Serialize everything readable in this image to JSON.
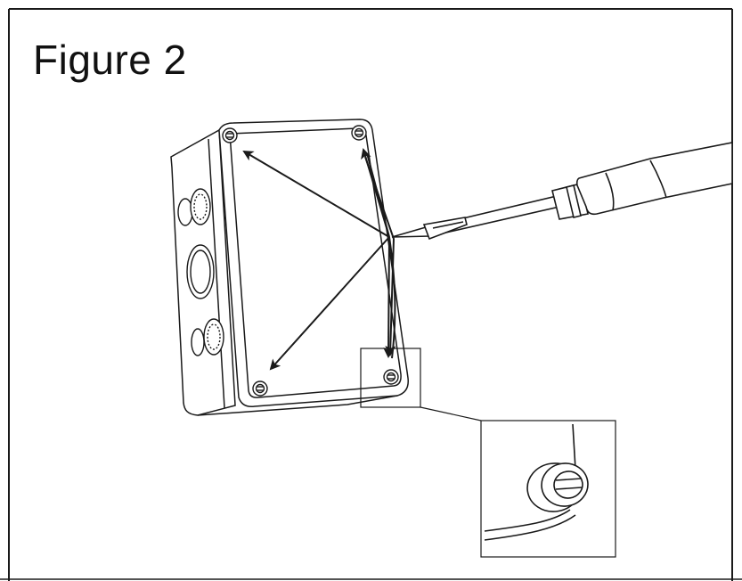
{
  "figure": {
    "title": "Figure 2"
  },
  "colors": {
    "stroke": "#1a1a1a",
    "background": "#ffffff"
  },
  "icons": [
    "junction-box",
    "screwdriver",
    "screw",
    "arrow",
    "detail-magnifier"
  ]
}
